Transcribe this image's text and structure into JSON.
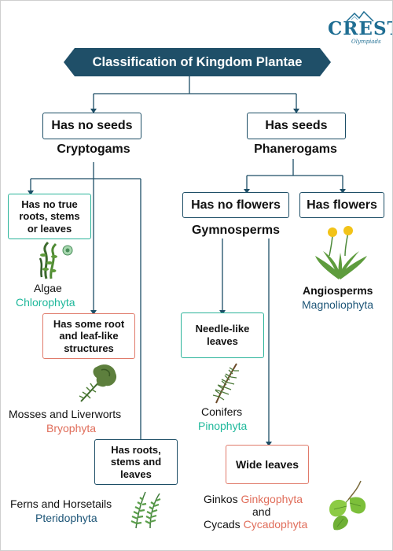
{
  "logo": {
    "brand": "CREST",
    "tagline": "Olympiads"
  },
  "title": "Classification of Kingdom Plantae",
  "no_seeds": {
    "label": "Has no seeds",
    "group": "Cryptogams"
  },
  "seeds": {
    "label": "Has seeds",
    "group": "Phanerogams"
  },
  "no_true_roots": {
    "lines": [
      "Has no true",
      "roots, stems",
      "or leaves"
    ],
    "name": "Algae",
    "division": "Chlorophyta"
  },
  "some_root": {
    "lines": [
      "Has some root",
      "and leaf-like",
      "structures"
    ],
    "name": "Mosses and Liverworts",
    "division": "Bryophyta"
  },
  "has_roots": {
    "lines": [
      "Has roots,",
      "stems and",
      "leaves"
    ],
    "name": "Ferns and Horsetails",
    "division": "Pteridophyta"
  },
  "no_flowers": {
    "label": "Has no flowers",
    "group": "Gymnosperms"
  },
  "flowers": {
    "label": "Has flowers",
    "name": "Angiosperms",
    "division": "Magnoliophyta"
  },
  "needle": {
    "lines": [
      "Needle-like",
      "leaves"
    ],
    "name": "Conifers",
    "division": "Pinophyta"
  },
  "wide": {
    "label": "Wide leaves",
    "ginkos": "Ginkos",
    "ginkos_division": "Ginkgophyta",
    "and": "and",
    "cycads": "Cycads",
    "cycads_division": "Cycadophyta"
  },
  "colors": {
    "navy": "#1d4e66",
    "teal": "#1fb89b",
    "red": "#e06d5a",
    "title_bg": "#1f4f68"
  },
  "icons": [
    "algae-icon",
    "moss-icon",
    "fern-icon",
    "conifer-icon",
    "dandelion-icon",
    "ginkgo-leaf-icon",
    "mountain-logo-icon"
  ]
}
